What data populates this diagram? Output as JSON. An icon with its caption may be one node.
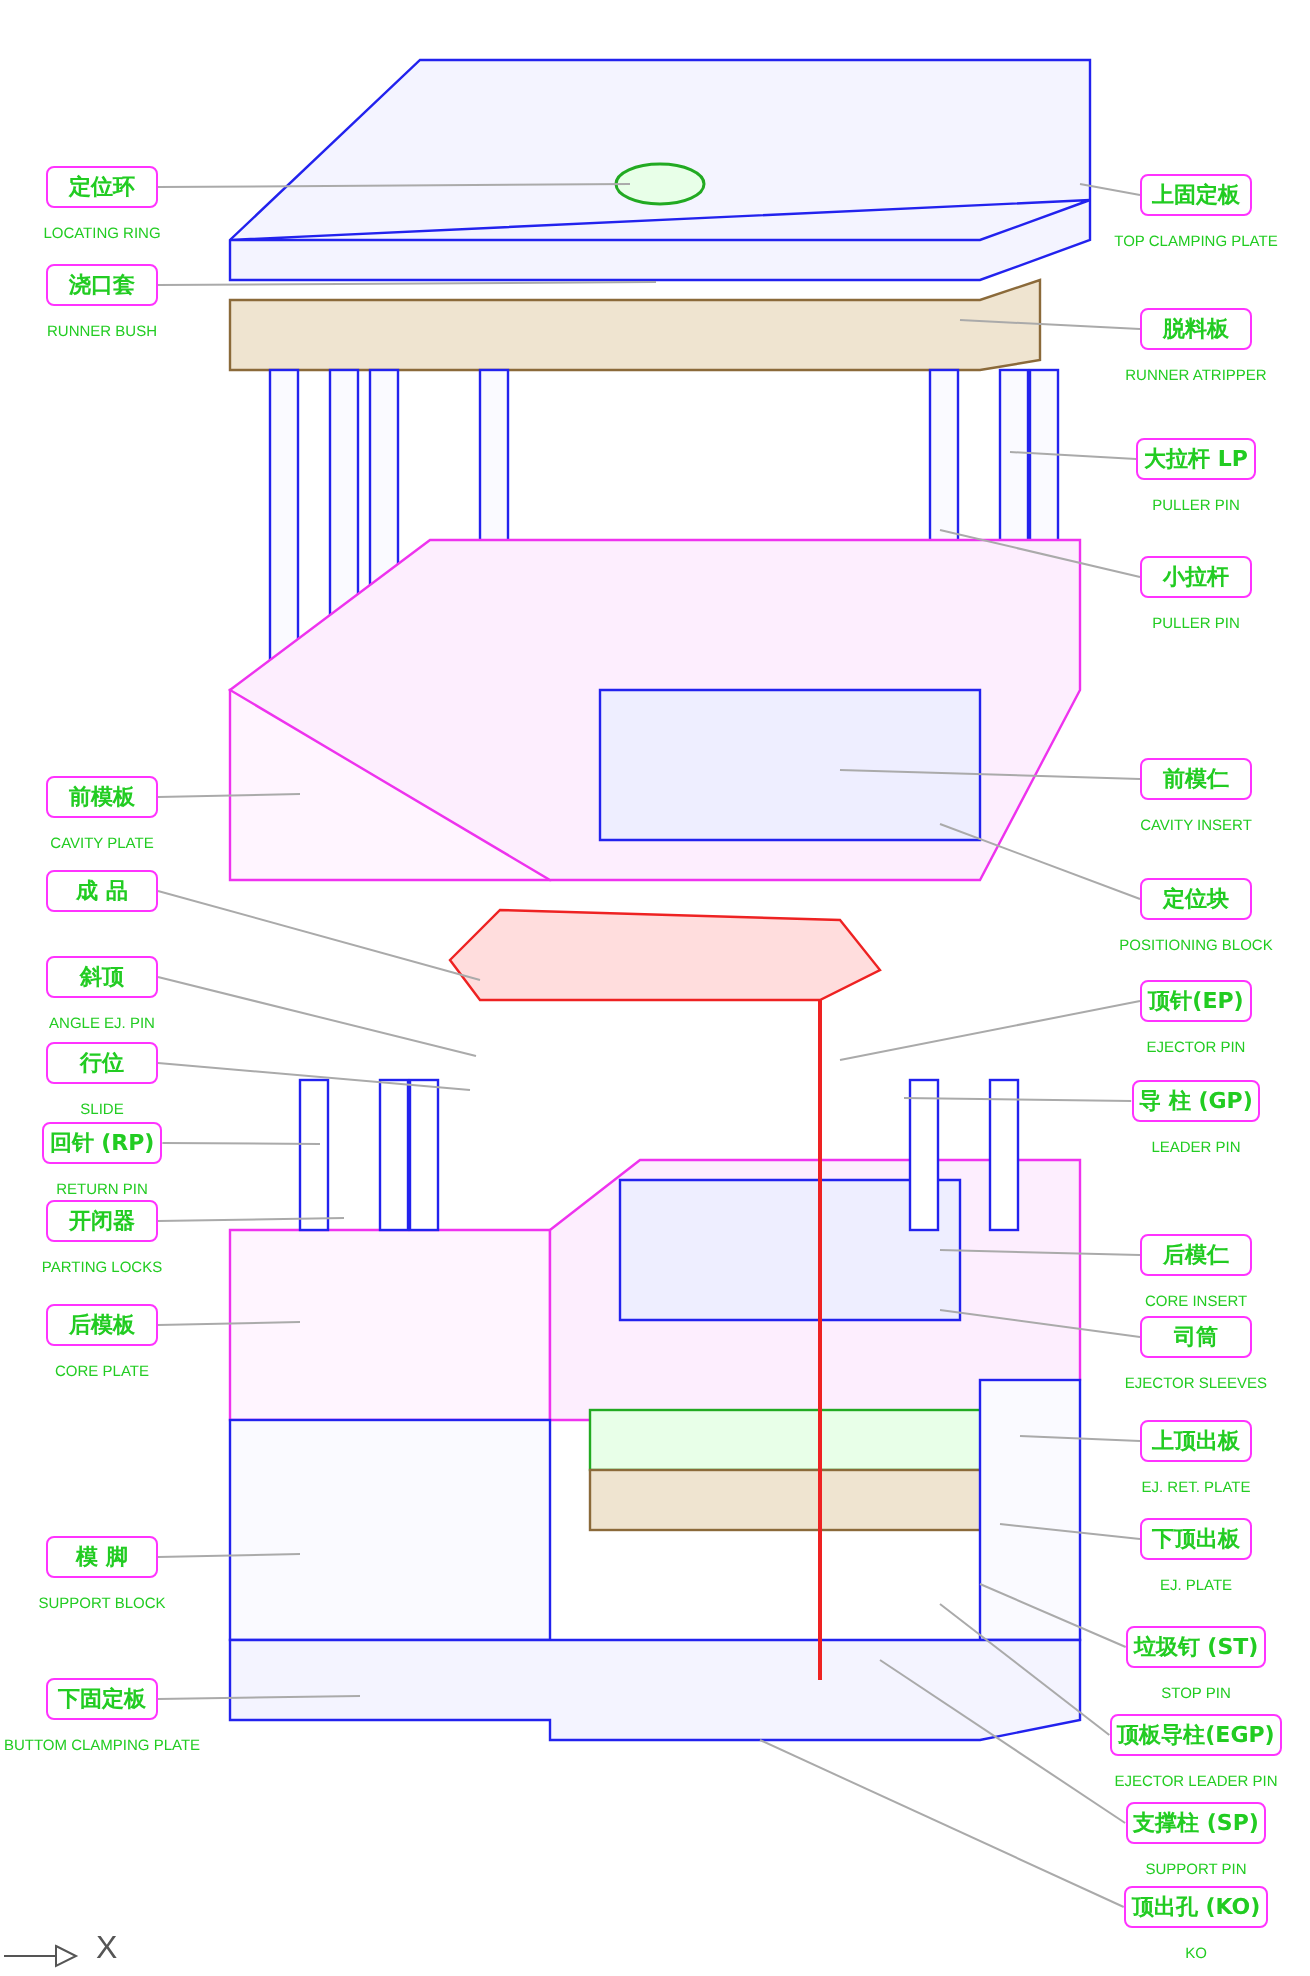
{
  "diagram": {
    "nodes": [
      {
        "text": [
          "定位环",
          "LOCATING RING"
        ]
      },
      {
        "text": [
          "浇口套",
          "RUNNER BUSH"
        ]
      },
      {
        "text": [
          "前模板",
          "CAVITY PLATE"
        ]
      },
      {
        "text": [
          "成 品"
        ]
      },
      {
        "text": [
          "斜顶",
          "ANGLE EJ. PIN"
        ]
      },
      {
        "text": [
          "行位",
          "SLIDE"
        ]
      },
      {
        "text": [
          "回针 (RP)",
          "RETURN PIN"
        ]
      },
      {
        "text": [
          "开闭器",
          "PARTING LOCKS"
        ]
      },
      {
        "text": [
          "后模板",
          "CORE PLATE"
        ]
      },
      {
        "text": [
          "模 脚",
          "SUPPORT BLOCK"
        ]
      },
      {
        "text": [
          "下固定板",
          "BUTTOM CLAMPING PLATE"
        ]
      },
      {
        "text": [
          "上固定板",
          "TOP CLAMPING PLATE"
        ]
      },
      {
        "text": [
          "脱料板",
          "RUNNER ATRIPPER"
        ]
      },
      {
        "text": [
          "大拉杆 LP",
          "PULLER PIN"
        ]
      },
      {
        "text": [
          "小拉杆",
          "PULLER PIN"
        ]
      },
      {
        "text": [
          "前模仁",
          "CAVITY INSERT"
        ]
      },
      {
        "text": [
          "定位块",
          "POSITIONING BLOCK"
        ]
      },
      {
        "text": [
          "顶针(EP)",
          "EJECTOR PIN"
        ]
      },
      {
        "text": [
          "导 柱 (GP)",
          "LEADER PIN"
        ]
      },
      {
        "text": [
          "后模仁",
          "CORE INSERT"
        ]
      },
      {
        "text": [
          "司筒",
          "EJECTOR SLEEVES"
        ]
      },
      {
        "text": [
          "上顶出板",
          "EJ. RET. PLATE"
        ]
      },
      {
        "text": [
          "下顶出板",
          "EJ. PLATE"
        ]
      },
      {
        "text": [
          "垃圾钉 (ST)",
          "STOP PIN"
        ]
      },
      {
        "text": [
          "顶板导柱(EGP)",
          "EJECTOR LEADER PIN"
        ]
      },
      {
        "text": [
          "支撑柱 (SP)",
          "SUPPORT PIN"
        ]
      },
      {
        "text": [
          "顶出孔 (KO)",
          "KO"
        ]
      }
    ],
    "edges": [
      {
        "from": 0,
        "to": null,
        "arrow": "none"
      },
      {
        "from": 1,
        "to": null,
        "arrow": "none"
      },
      {
        "from": 2,
        "to": null,
        "arrow": "none"
      },
      {
        "from": 3,
        "to": null,
        "arrow": "none"
      },
      {
        "from": 4,
        "to": null,
        "arrow": "none"
      },
      {
        "from": 5,
        "to": null,
        "arrow": "none"
      },
      {
        "from": 6,
        "to": null,
        "arrow": "none"
      },
      {
        "from": 7,
        "to": null,
        "arrow": "none"
      },
      {
        "from": 8,
        "to": null,
        "arrow": "none"
      },
      {
        "from": 9,
        "to": null,
        "arrow": "none"
      },
      {
        "from": 10,
        "to": null,
        "arrow": "none"
      },
      {
        "from": 11,
        "to": null,
        "arrow": "none"
      },
      {
        "from": 12,
        "to": null,
        "arrow": "none"
      },
      {
        "from": 13,
        "to": null,
        "arrow": "none"
      },
      {
        "from": 14,
        "to": null,
        "arrow": "none"
      },
      {
        "from": 15,
        "to": null,
        "arrow": "none"
      },
      {
        "from": 16,
        "to": null,
        "arrow": "none"
      },
      {
        "from": 17,
        "to": null,
        "arrow": "none"
      },
      {
        "from": 18,
        "to": null,
        "arrow": "none"
      },
      {
        "from": 19,
        "to": null,
        "arrow": "none"
      },
      {
        "from": 20,
        "to": null,
        "arrow": "none"
      },
      {
        "from": 21,
        "to": null,
        "arrow": "none"
      },
      {
        "from": 22,
        "to": null,
        "arrow": "none"
      },
      {
        "from": 23,
        "to": null,
        "arrow": "none"
      },
      {
        "from": 24,
        "to": null,
        "arrow": "none"
      },
      {
        "from": 25,
        "to": null,
        "arrow": "none"
      },
      {
        "from": 26,
        "to": null,
        "arrow": "none"
      }
    ],
    "labels": [
      "X"
    ]
  }
}
